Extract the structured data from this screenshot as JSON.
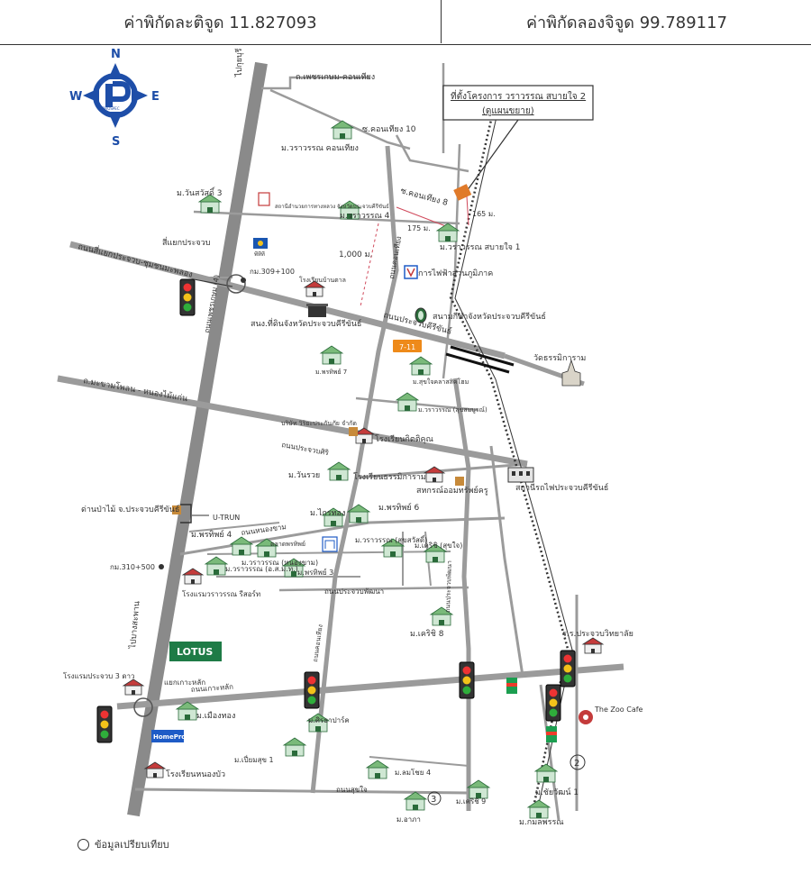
{
  "header": {
    "latitude": "ค่าพิกัดละติจูด 11.827093",
    "longitude": "ค่าพิกัดลองจิจูด 99.789117"
  },
  "compass": {
    "n": "N",
    "s": "S",
    "e": "E",
    "w": "W",
    "logo_text": "PROSPEC"
  },
  "callout": {
    "line1": "ที่ตั้งโครงการ วราวรรณ สบายใจ 2",
    "line2": "(ดูแผนขยาย)"
  },
  "labels": {
    "to_kuiburi": "ไปกุยบุรี",
    "to_bangsaphan": "ไปบางสะพาน",
    "petchkasem_khonhiang": "ถ.เพชรเกษม-คอนเทียง",
    "khonhiang10": "ซ.คอนเทียง 10",
    "khonhiang8": "ซ.คอนเทียง 8",
    "vw_khonhiang": "ม.วราวรรณ คอนเทียง",
    "vw4": "ม.วราวรรณ 4",
    "vw_sabaijai1": "ม.วราวรรณ สบายใจ 1",
    "dist_1000": "1,000 ม.",
    "dist_175": "175 ม.",
    "dist_165": "165 ม.",
    "wansawat3": "ม.วันสวัสดิ์ 3",
    "govhouse": "สถานีอำนวยการทางหลวง จังหวัดประจวบคีรีขันธ์",
    "fuel": "พีทีที",
    "sakaeo_road": "ถนนสี่แยกประจวบ-ชุมชนมะพลอง",
    "sakaeo_junction": "สี่แยกประจวบ",
    "km_309": "กม.309+100",
    "school_bantaipradit": "โรงเรียนบ้านตาล",
    "pea": "การไฟฟ้าส่วนภูมิภาค",
    "land_office": "สนง.ที่ดินจังหวัดประจวบคีรีขันธ์",
    "stadium": "สนามกีฬาจังหวัดประจวบคีรีขันธ์",
    "prachuap_road": "ถนนประจวบคีรีขันธ์",
    "khonhiang_road": "ถนนคอนเทียง",
    "phetkasem_4": "ถนนเพชรเกษม (4)",
    "seven_eleven": "7-11",
    "wat": "วัดธรรมิการาม",
    "pattaya_tree": "ม.พรทิพย์ 7",
    "sukjai": "ม.สุขใจคลาสสิคโฮม",
    "vw_sukmuang": "ม.วราวรรณ (สุขสมบูรณ์)",
    "makham_road": "ถ.มะขามโพลน - หนองไม้แก่น",
    "insurance": "บริษัท วิริยะประกันภัย จำกัด",
    "school_kittikun": "โรงเรียนกิตติคุณ",
    "prachuapsiri_road": "ถนนประจวบศิริ",
    "wanruay": "ม.วันรวย",
    "school_thammikaram": "โรงเรียนธรรมิการาม",
    "coop": "สหกรณ์ออมทรัพย์ครู",
    "railway": "สถานีรถไฟประจวบคีรีขันธ์",
    "forest": "ด่านป่าไม้ จ.ประจวบคีรีขันธ์",
    "uturn": "U-TRUN",
    "pornthip4": "ม.พรทิพย์ 4",
    "kraithong": "ม.ไกรทอง",
    "pornthip6": "ม.พรทิพย์ 6",
    "nongkham_road": "ถนนหนองขาม",
    "market": "ตลาดพรทิพย์",
    "vw_nongkham": "ม.วราวรรณ (หนองขาม)",
    "vw_sukjai": "ม.วราวรรณ (สุขสวัสดิ์)",
    "kris_sukjai": "ม.เคริชิ (สุขใจ)",
    "km_310": "กม.310+500",
    "vw_asanakom": "ม.วราวรรณ (อ.ส.ม.ท.)",
    "pornthip3": "ม.พรทิพย์ 3",
    "hotel_resort": "โรงแรมวราวรรณ รีสอร์ท",
    "phatthana_road": "ถนนประจวบพัฒนา",
    "kaholak_road": "ถนนเกาะหลัก",
    "khonhiang_road2": "ถนนคอนเทียง",
    "hillside_road": "ถนนประจวบพัฒนา",
    "kris8": "ม.เคริชิ 8",
    "college": "ร.ร.ประจวบวิทยาลัย",
    "lotus": "LOTUS",
    "hotel_prachuap3": "โรงแรมประจวบ 3 ดาว",
    "kaholak_junction": "แยกเกาะหลัก",
    "muangthong": "ม.เมืองทอง",
    "siriwan": "ม.ศิรธาปาร์ค",
    "zoo_cafe": "The Zoo Cafe",
    "homepro": "HomePro",
    "piyamsuk": "ม.เปี่ยมสุข 1",
    "lomjoy": "ม.ลมโชย 4",
    "school_nongbua": "โรงเรียนหนองบัว",
    "suksai_road": "ถนนสุขใจ",
    "arang": "ม.อาภา",
    "kris9": "ม.เคริชิ 9",
    "chaiwat": "ม.ชัยวัฒน์ 1",
    "konlapat": "ม.กมลพรรณ",
    "num2": "2",
    "num3": "3"
  },
  "footnote": {
    "text": "ข้อมูลเปรียบเทียบ"
  },
  "colors": {
    "road": "#9b9b9b",
    "highway": "#8a8a8a",
    "rail": "#333333",
    "seven": "#1c9e50",
    "lotus": "#1e7b46",
    "homepro": "#1e5bc6",
    "logo": "#1e4ea8",
    "callout_box": "#e07a2a",
    "dims": "#d0485a"
  }
}
